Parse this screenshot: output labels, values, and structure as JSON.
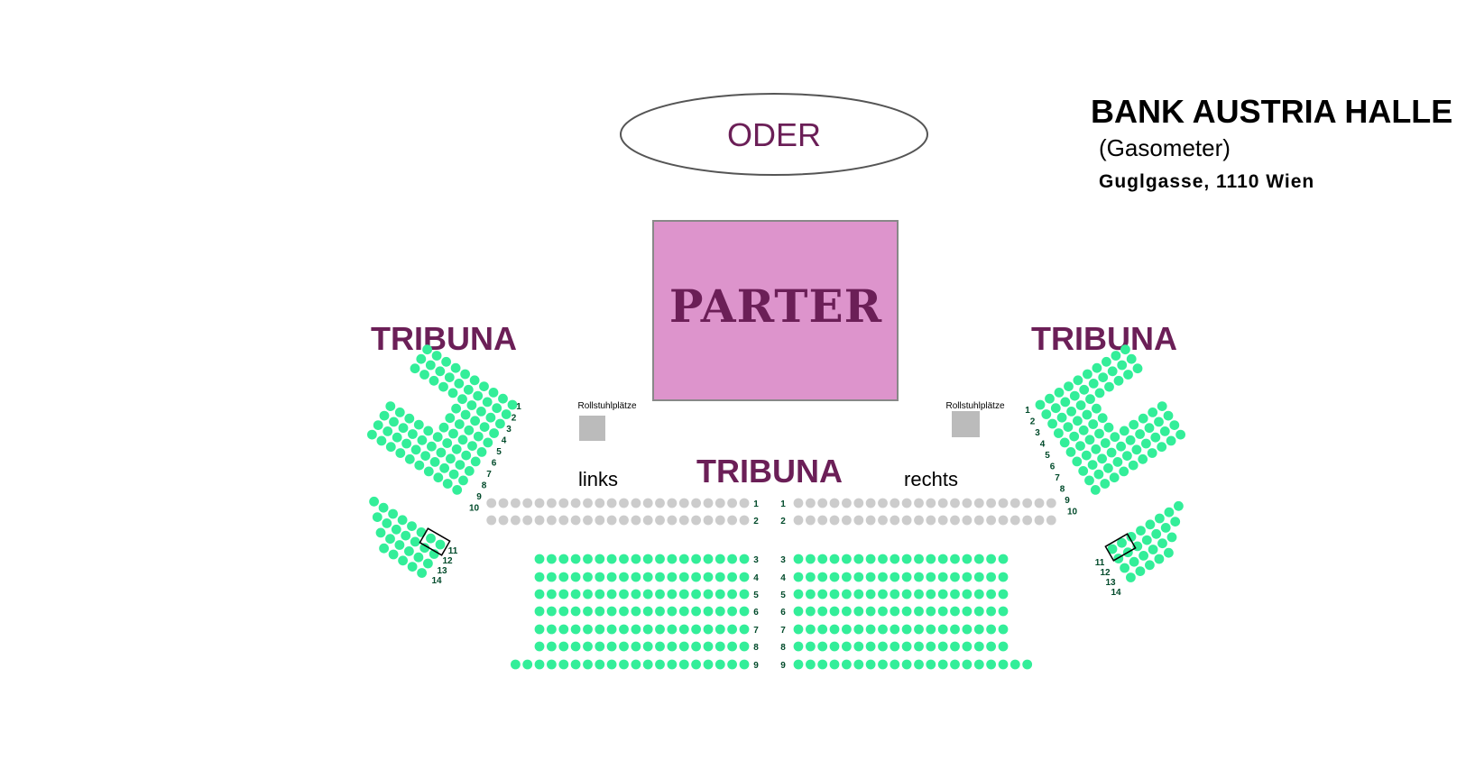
{
  "venue": {
    "name": "BANK AUSTRIA HALLE",
    "subtitle": "(Gasometer)",
    "address": "Guglgasse, 1110 Wien"
  },
  "labels": {
    "oder": "ODER",
    "parter": "PARTER",
    "tribuna_left": "TRIBUNA",
    "tribuna_right": "TRIBUNA",
    "tribuna_center": "TRIBUNA",
    "links": "links",
    "rechts": "rechts",
    "wheelchair_left": "Rollstuhlplätze",
    "wheelchair_right": "Rollstuhlplätze"
  },
  "colors": {
    "seat_available": "#33ee99",
    "seat_unavailable": "#cccccc",
    "parter_fill": "#dd94cc",
    "section_label": "#6b1f57",
    "wheelchair_box": "#bbbbbb",
    "row_number": "#004a2a"
  },
  "center_rows": {
    "row_labels": [
      "1",
      "2",
      "3",
      "4",
      "5",
      "6",
      "7",
      "8",
      "9"
    ],
    "seats_per_side": [
      22,
      22,
      18,
      18,
      18,
      18,
      18,
      18,
      20
    ],
    "available": [
      false,
      false,
      true,
      true,
      true,
      true,
      true,
      true,
      true
    ]
  },
  "side_rows": {
    "upper_labels": [
      "1",
      "2",
      "3",
      "4",
      "5",
      "6",
      "7",
      "8",
      "9",
      "10"
    ],
    "lower_labels": [
      "11",
      "12",
      "13",
      "14"
    ]
  }
}
